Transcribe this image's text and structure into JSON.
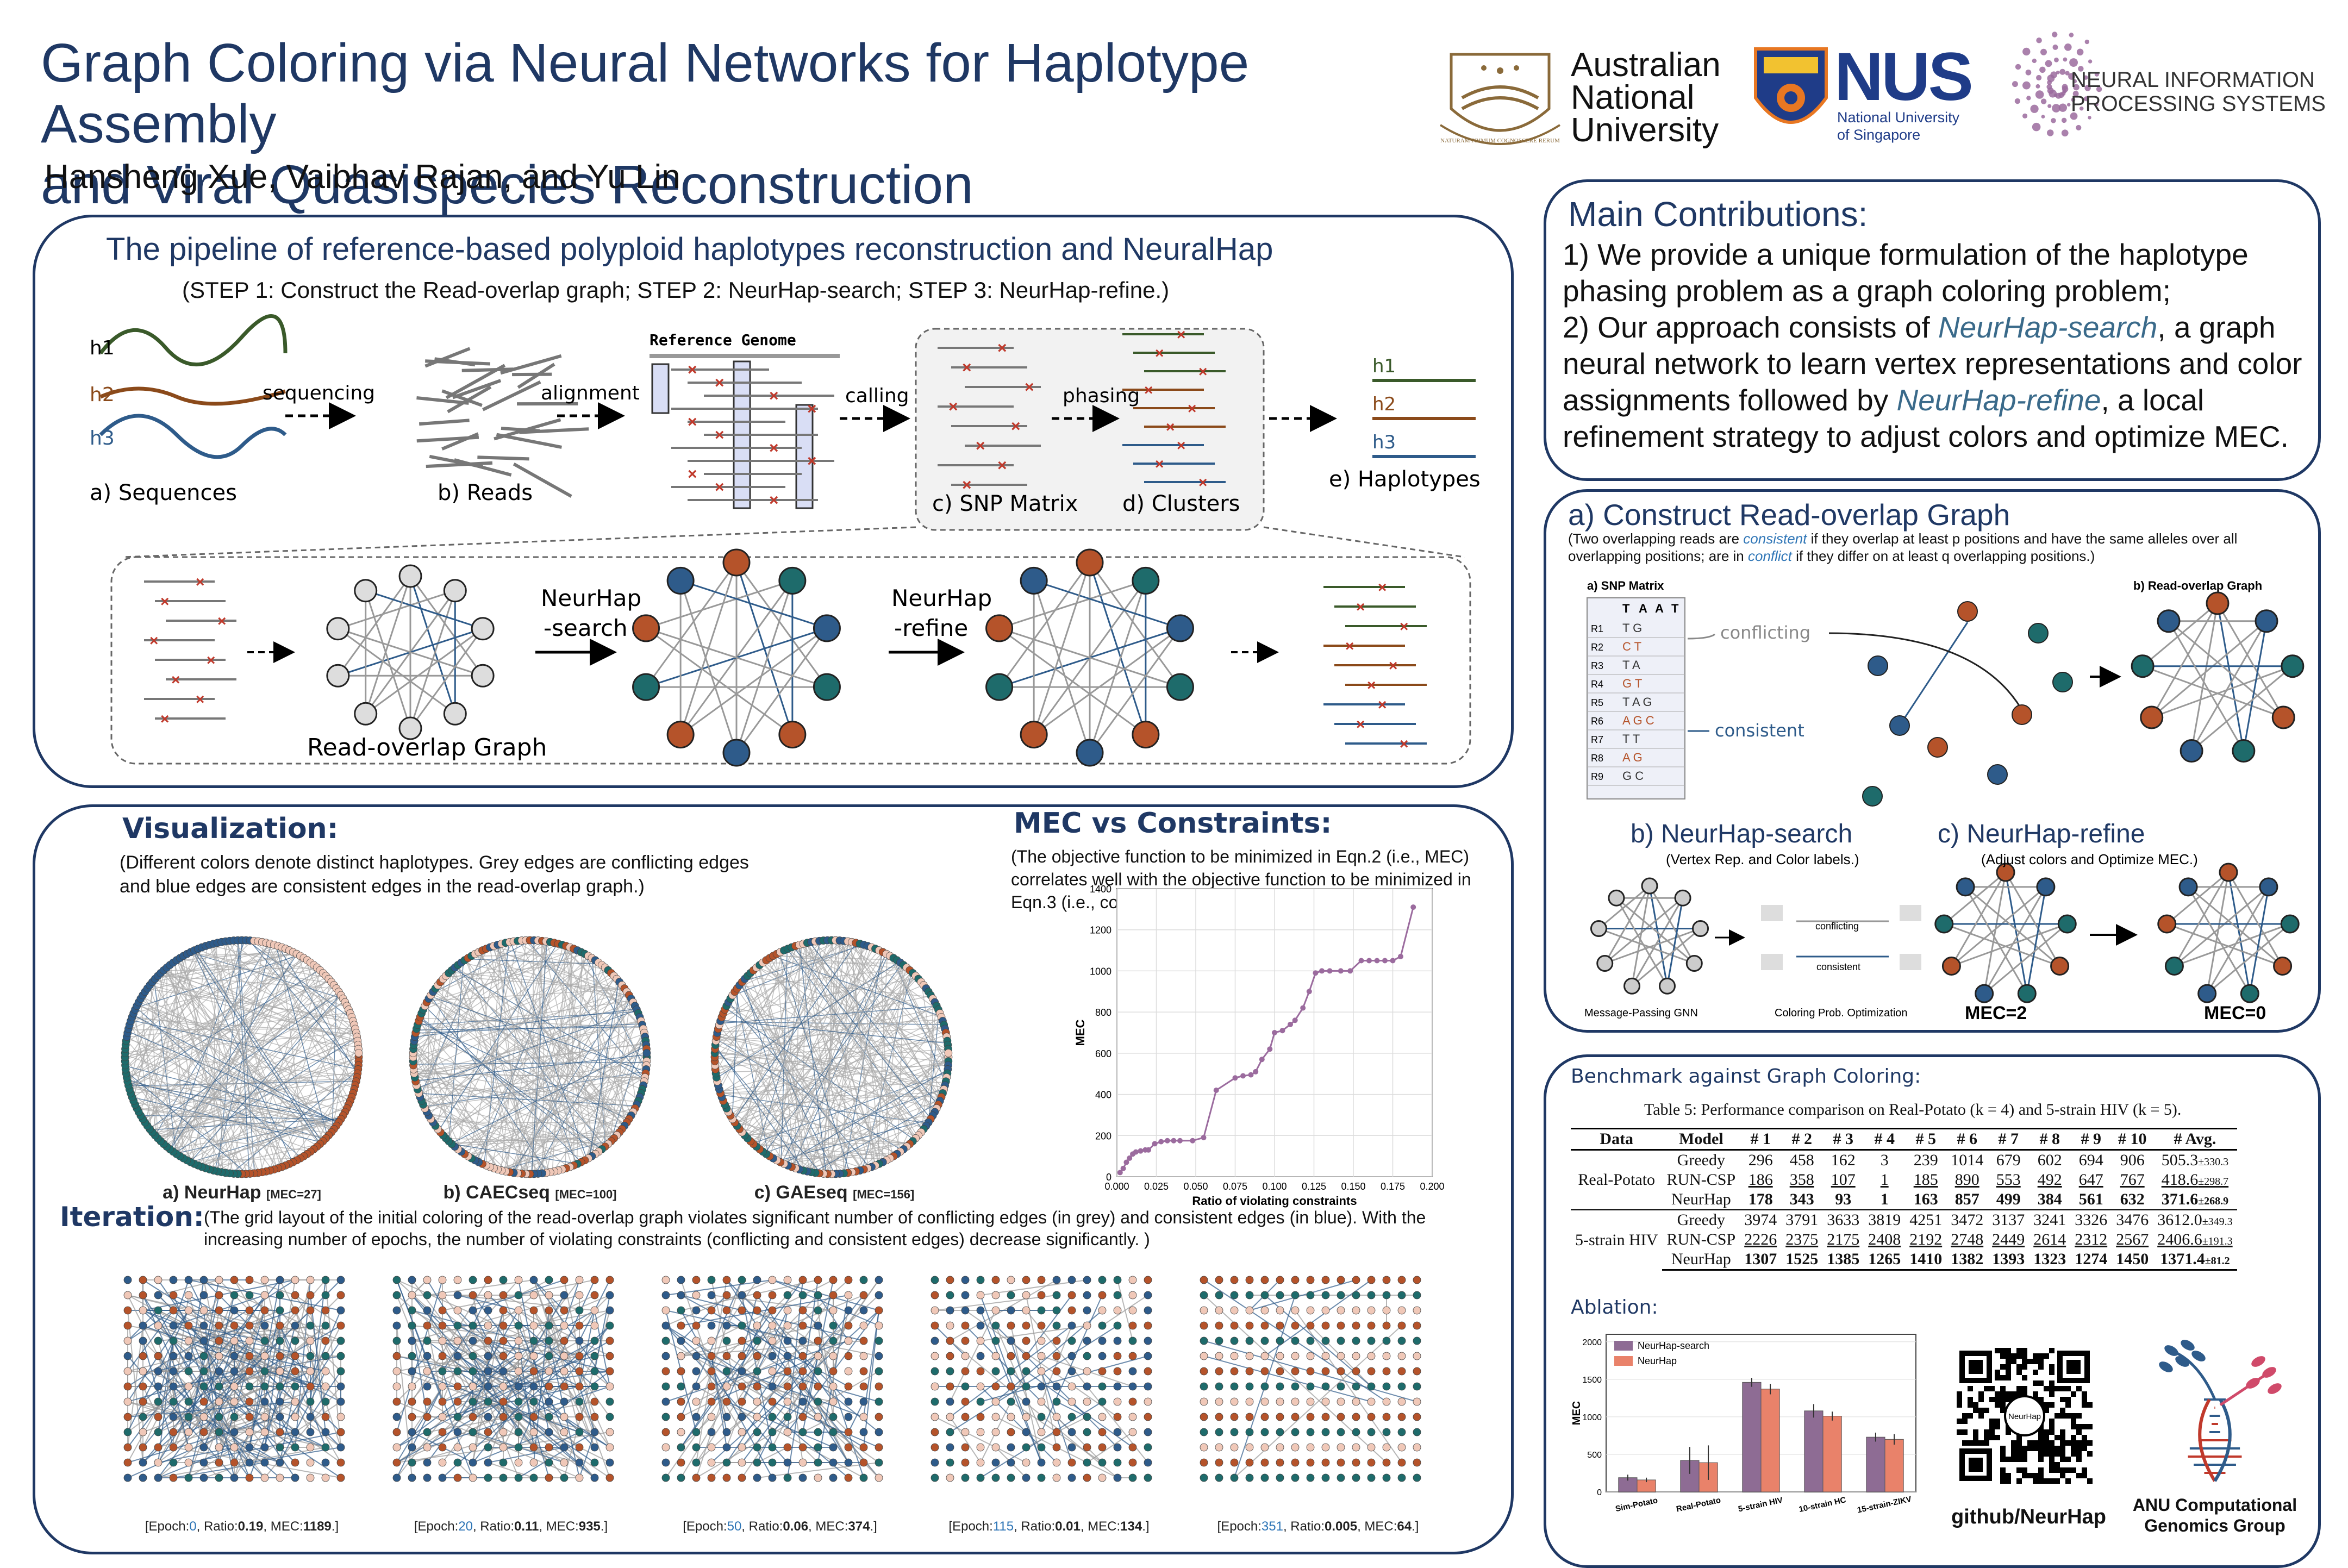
{
  "header": {
    "title_line1": "Graph Coloring via Neural Networks for Haplotype Assembly",
    "title_line2": "and Viral Quasispecies Reconstruction",
    "authors": "Hansheng Xue, Vaibhav Rajan, and Yu Lin",
    "anu_line1": "Australian",
    "anu_line2": "National",
    "anu_line3": "University",
    "anu_seal_text": "NATURAM PRIMUM COGNOSCERE RERUM",
    "nus_big": "NUS",
    "nus_small1": "National University",
    "nus_small2": "of Singapore",
    "neurips_line1": "NEURAL INFORMATION",
    "neurips_line2": "PROCESSING SYSTEMS"
  },
  "pipeline": {
    "title": "The pipeline of reference-based polyploid haplotypes reconstruction and NeuralHap",
    "subtitle": "(STEP 1: Construct the Read-overlap graph; STEP 2: NeurHap-search; STEP 3: NeurHap-refine.)",
    "h1": "h1",
    "h2": "h2",
    "h3": "h3",
    "sequencing": "sequencing",
    "alignment": "alignment",
    "calling": "calling",
    "phasing": "phasing",
    "reference_genome": "Reference Genome",
    "a_label": "a) Sequences",
    "b_label": "b) Reads",
    "c_label": "c) SNP Matrix",
    "d_label": "d) Clusters",
    "e_label": "e) Haplotypes",
    "search_label1": "NeurHap",
    "search_label2": "-search",
    "refine_label1": "NeurHap",
    "refine_label2": "-refine",
    "graph_label": "Read-overlap Graph"
  },
  "contrib": {
    "title": "Main Contributions:",
    "p1": "1) We provide a unique formulation of the haplotype phasing problem as a graph coloring problem;",
    "p2a": "2) Our approach consists of ",
    "p2b": "NeurHap-search",
    "p2c": ", a graph neural network to learn vertex representations and color assignments followed by ",
    "p2d": "NeurHap-refine",
    "p2e": ", a local refinement strategy to adjust colors and optimize MEC."
  },
  "method": {
    "a_title": "a) Construct Read-overlap Graph",
    "a_desc1": "(Two overlapping reads are ",
    "a_consistent": "consistent",
    "a_desc2": " if they overlap at least p positions and have the same alleles over all overlapping positions; are in ",
    "a_conflict": "conflict",
    "a_desc3": " if they differ on at least q overlapping positions.)",
    "snp_label": "a) SNP Matrix",
    "graph_label": "b) Read-overlap Graph",
    "conflicting": "conflicting",
    "consistent": "consistent",
    "matrix_header": [
      "T",
      "A",
      "A",
      "T"
    ],
    "rows": [
      "R1",
      "R2",
      "R3",
      "R4",
      "R5",
      "R6",
      "R7",
      "R8",
      "R9"
    ],
    "matrix_values": [
      "T G",
      "C T",
      "T A",
      "G T",
      "T A G",
      "A G C",
      "T T",
      "A G",
      "G C"
    ],
    "b_title": "b) NeurHap-search",
    "b_desc": "(Vertex Rep. and Color labels.)",
    "b_gnn": "Message-Passing GNN",
    "b_opt": "Coloring Prob. Optimization",
    "b_conf": "conflicting",
    "b_cons": "consistent",
    "c_title": "c) NeurHap-refine",
    "c_desc": "(Adjust colors and Optimize MEC.)",
    "mec2": "MEC=2",
    "mec0": "MEC=0"
  },
  "viz": {
    "title": "Visualization:",
    "desc1": "(Different colors denote distinct haplotypes. Grey edges are conflicting edges",
    "desc2": "and blue edges are consistent edges in the read-overlap graph.)",
    "cap_a": "a) NeurHap",
    "cap_a_mec": "[MEC=27]",
    "cap_b": "b) CAECseq",
    "cap_b_mec": "[MEC=100]",
    "cap_c": "c) GAEseq",
    "cap_c_mec": "[MEC=156]"
  },
  "mec": {
    "title": "MEC vs Constraints:",
    "desc": "(The objective function to be minimized in Eqn.2 (i.e., MEC) correlates well with the objective function to be minimized in Eqn.3 (i.e., constraints).)"
  },
  "iteration": {
    "title": "Iteration:",
    "desc": "(The grid layout of the initial coloring of the read-overlap graph violates significant number of conflicting edges (in grey) and consistent edges (in blue). With the increasing number of epochs, the number of violating constraints (conflicting and consistent edges) decrease significantly. )",
    "frames": [
      {
        "epoch": "0",
        "ratio": "0.19",
        "mec": "1189"
      },
      {
        "epoch": "20",
        "ratio": "0.11",
        "mec": "935"
      },
      {
        "epoch": "50",
        "ratio": "0.06",
        "mec": "374"
      },
      {
        "epoch": "115",
        "ratio": "0.01",
        "mec": "134"
      },
      {
        "epoch": "351",
        "ratio": "0.005",
        "mec": "64"
      }
    ]
  },
  "benchmark": {
    "title": "Benchmark against Graph Coloring:",
    "caption": "Table 5: Performance comparison on Real-Potato (k = 4) and 5-strain HIV (k = 5).",
    "headers": [
      "Data",
      "Model",
      "# 1",
      "# 2",
      "# 3",
      "# 4",
      "# 5",
      "# 6",
      "# 7",
      "# 8",
      "# 9",
      "# 10",
      "# Avg."
    ],
    "groups": [
      {
        "data": "Real-Potato",
        "rows": [
          {
            "model": "Greedy",
            "vals": [
              "296",
              "458",
              "162",
              "3",
              "239",
              "1014",
              "679",
              "602",
              "694",
              "906"
            ],
            "avg": "505.3",
            "sd": "±330.3"
          },
          {
            "model": "RUN-CSP",
            "vals": [
              "186",
              "358",
              "107",
              "1",
              "185",
              "890",
              "553",
              "492",
              "647",
              "767"
            ],
            "avg": "418.6",
            "sd": "±298.7"
          },
          {
            "model": "NeurHap",
            "vals": [
              "178",
              "343",
              "93",
              "1",
              "163",
              "857",
              "499",
              "384",
              "561",
              "632"
            ],
            "avg": "371.6",
            "sd": "±268.9"
          }
        ]
      },
      {
        "data": "5-strain HIV",
        "rows": [
          {
            "model": "Greedy",
            "vals": [
              "3974",
              "3791",
              "3633",
              "3819",
              "4251",
              "3472",
              "3137",
              "3241",
              "3326",
              "3476"
            ],
            "avg": "3612.0",
            "sd": "±349.3"
          },
          {
            "model": "RUN-CSP",
            "vals": [
              "2226",
              "2375",
              "2175",
              "2408",
              "2192",
              "2748",
              "2449",
              "2614",
              "2312",
              "2567"
            ],
            "avg": "2406.6",
            "sd": "±191.3"
          },
          {
            "model": "NeurHap",
            "vals": [
              "1307",
              "1525",
              "1385",
              "1265",
              "1410",
              "1382",
              "1393",
              "1323",
              "1274",
              "1450"
            ],
            "avg": "1371.4",
            "sd": "±81.2"
          }
        ]
      }
    ]
  },
  "ablation": {
    "title": "Ablation:"
  },
  "footer": {
    "github": "github/NeurHap",
    "qr_center": "NeurHap",
    "group1": "ANU Computational",
    "group2": "Genomics Group"
  },
  "colors": {
    "navy": "#1f3864",
    "orange": "#b5532a",
    "teal": "#1e6b6b",
    "blue": "#2e5b8a",
    "red": "#c0392b",
    "purple": "#9b6b9e"
  },
  "chart_data": [
    {
      "type": "line",
      "title": "",
      "xlabel": "Ratio of violating constraints",
      "ylabel": "MEC",
      "xlim": [
        0.0,
        0.2
      ],
      "ylim": [
        0,
        1400
      ],
      "xticks": [
        "0.000",
        "0.025",
        "0.050",
        "0.075",
        "0.100",
        "0.125",
        "0.150",
        "0.175",
        "0.200"
      ],
      "yticks": [
        "0",
        "200",
        "400",
        "600",
        "800",
        "1000",
        "1200",
        "1400"
      ],
      "grid": true,
      "x": [
        0.002,
        0.004,
        0.006,
        0.008,
        0.01,
        0.012,
        0.015,
        0.018,
        0.02,
        0.024,
        0.028,
        0.032,
        0.036,
        0.04,
        0.048,
        0.055,
        0.063,
        0.075,
        0.08,
        0.085,
        0.088,
        0.092,
        0.097,
        0.1,
        0.105,
        0.11,
        0.113,
        0.118,
        0.122,
        0.126,
        0.13,
        0.135,
        0.142,
        0.148,
        0.155,
        0.16,
        0.165,
        0.17,
        0.175,
        0.18,
        0.188
      ],
      "y": [
        20,
        40,
        70,
        90,
        110,
        120,
        125,
        130,
        130,
        160,
        170,
        175,
        175,
        175,
        175,
        190,
        420,
        480,
        490,
        495,
        510,
        570,
        620,
        700,
        710,
        740,
        760,
        820,
        900,
        990,
        1000,
        1000,
        1000,
        1000,
        1050,
        1050,
        1050,
        1050,
        1050,
        1070,
        1310
      ]
    },
    {
      "type": "bar",
      "title": "",
      "xlabel": "",
      "ylabel": "MEC",
      "ylim": [
        0,
        2100
      ],
      "yticks": [
        "0",
        "500",
        "1000",
        "1500",
        "2000"
      ],
      "legend": "top-left",
      "categories": [
        "Sim-Potato",
        "Real-Potato",
        "5-strain HIV",
        "10-strain HC",
        "15-strain-ZIKV"
      ],
      "series": [
        {
          "name": "NeurHap-search",
          "values": [
            190,
            420,
            1460,
            1080,
            730
          ],
          "errors": [
            40,
            180,
            60,
            90,
            60
          ]
        },
        {
          "name": "NeurHap",
          "values": [
            160,
            390,
            1370,
            1010,
            700
          ],
          "errors": [
            30,
            230,
            70,
            60,
            70
          ]
        }
      ]
    }
  ]
}
